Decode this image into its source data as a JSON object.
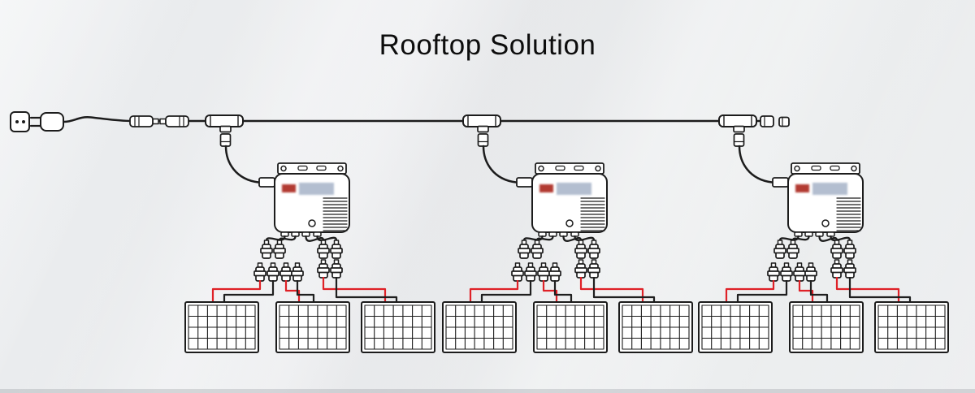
{
  "title": "Rooftop Solution",
  "colors": {
    "title_color": "#0d0d0d",
    "line": "#1c1c1c",
    "wire_red": "#df2127",
    "wire_black": "#1f1f1f",
    "inverter_label_red": "#b23b31",
    "inverter_label_blue": "#a6b3c8",
    "panel_fill": "#ffffff"
  },
  "diagram": {
    "units": [
      "pv-unit-1",
      "pv-unit-2",
      "pv-unit-3"
    ],
    "panels_per_unit": 3,
    "components": {
      "wall_socket": "wall-socket-icon",
      "ac_plug": "ac-plug-icon",
      "trunk_cable": "ac-trunk-cable",
      "inline_connector": "inline-connector-pair",
      "t_connector": "trunk-t-connector",
      "microinverter": "microinverter",
      "dc_connector": "dc-connector-icon",
      "solar_panel": "solar-panel",
      "end_cap": "trunk-end-cap"
    }
  }
}
